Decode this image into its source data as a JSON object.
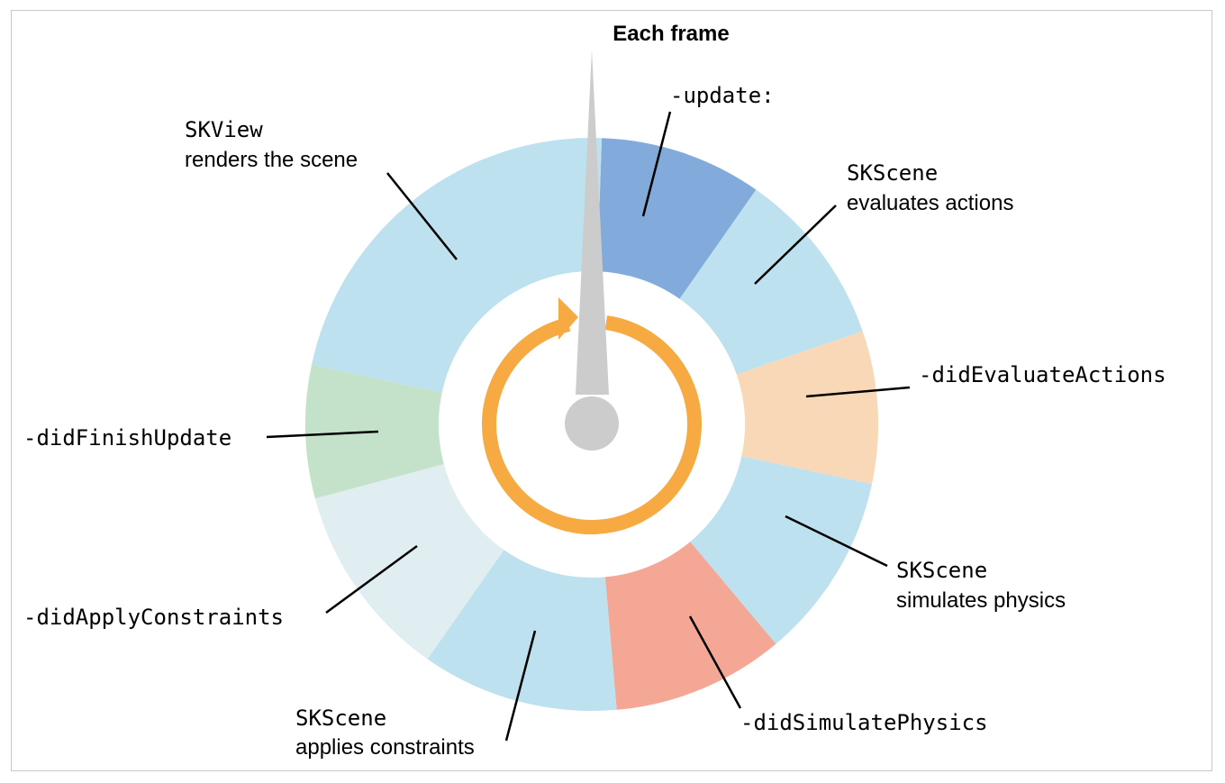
{
  "title": "Each frame",
  "colors": {
    "light_blue": "#bde1ee",
    "update_blue": "#82abdb",
    "peach": "#f9d8b7",
    "salmon": "#f4a795",
    "green": "#c3e2c9",
    "pale": "#e0eef1",
    "loop_orange": "#f7aa41",
    "hand_gray": "#cccccc"
  },
  "segments": [
    {
      "id": "update",
      "color": "#82abdb"
    },
    {
      "id": "evaluates-actions",
      "color": "#bde1ee"
    },
    {
      "id": "did-evaluate-actions",
      "color": "#f9d8b7"
    },
    {
      "id": "simulates-physics",
      "color": "#bde1ee"
    },
    {
      "id": "did-simulate-physics",
      "color": "#f4a795"
    },
    {
      "id": "applies-constraints",
      "color": "#bde1ee"
    },
    {
      "id": "did-apply-constraints",
      "color": "#e0eef1"
    },
    {
      "id": "did-finish-update",
      "color": "#c3e2c9"
    },
    {
      "id": "renders-scene",
      "color": "#bde1ee"
    }
  ],
  "labels": {
    "update": "-update:",
    "evaluates_actions": {
      "line1": "SKScene",
      "line2": "evaluates actions"
    },
    "did_evaluate_actions": "-didEvaluateActions",
    "simulates_physics": {
      "line1": "SKScene",
      "line2": "simulates physics"
    },
    "did_simulate_physics": "-didSimulatePhysics",
    "applies_constraints": {
      "line1": "SKScene",
      "line2": "applies constraints"
    },
    "did_apply_constraints": "-didApplyConstraints",
    "did_finish_update": "-didFinishUpdate",
    "renders_scene": {
      "line1": "SKView",
      "line2": "renders the scene"
    }
  }
}
